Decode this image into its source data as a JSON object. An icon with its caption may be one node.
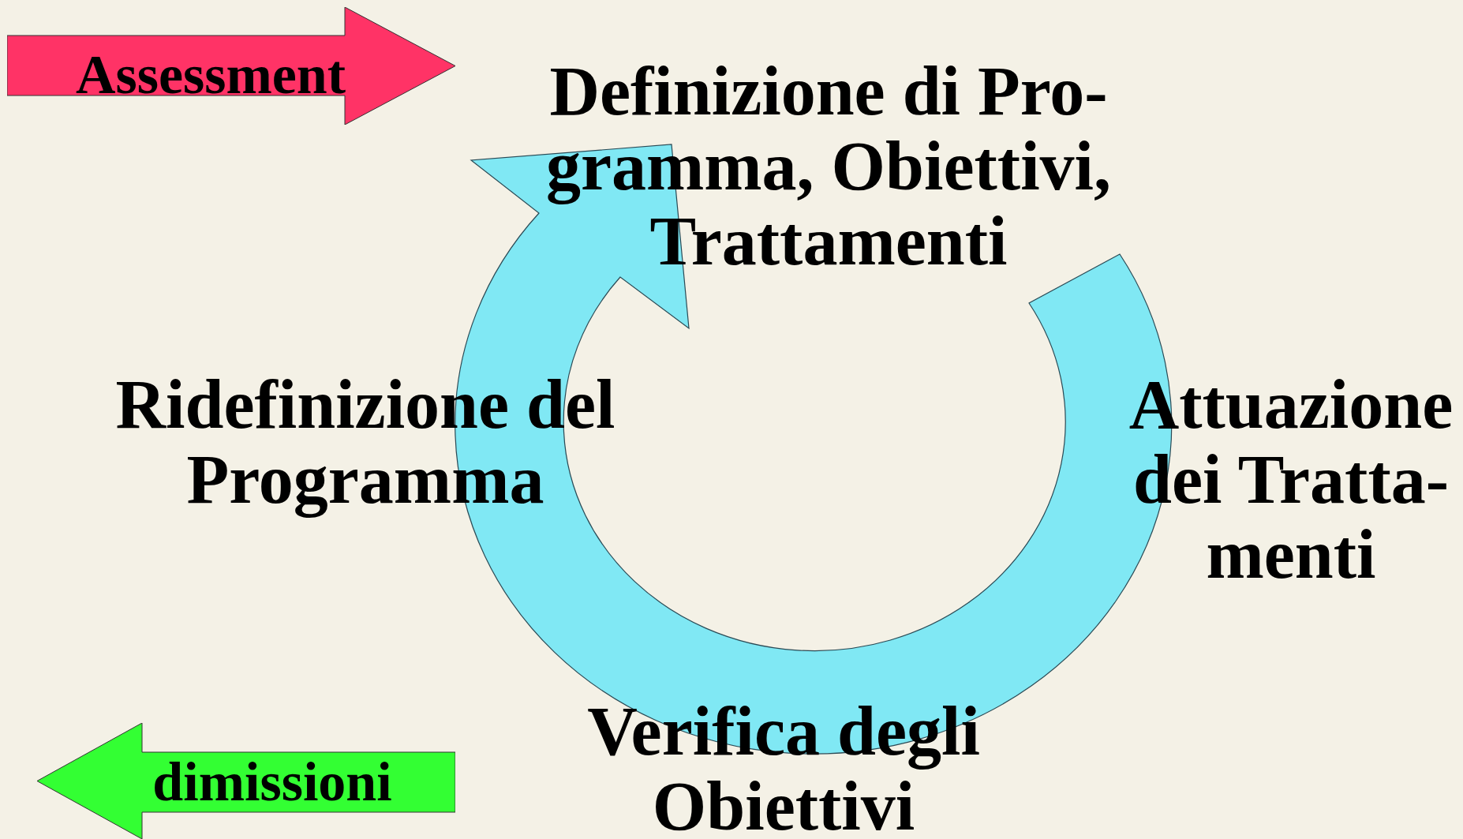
{
  "diagram": {
    "nodes": [
      {
        "text": [
          "Assessment"
        ]
      },
      {
        "text": [
          "dimissioni"
        ]
      }
    ],
    "edges": [],
    "labels": [
      "Definizione di Pro- gramma, Obiettivi, Trattamenti",
      "Ridefinizione del Programma",
      "Attuazione dei Tratta- menti",
      "Verifica degli Obiettivi"
    ]
  }
}
